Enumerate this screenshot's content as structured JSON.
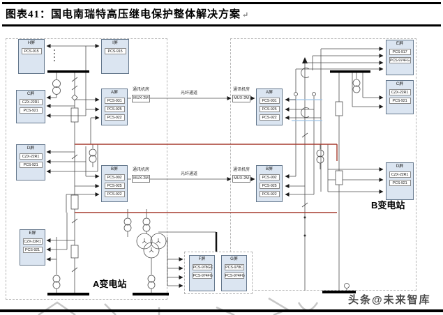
{
  "figure": {
    "title": "图表41：国电南瑞特高压继电保护整体解决方案",
    "title_mark": "↵"
  },
  "stations": {
    "a": {
      "label": "A变电站",
      "panels": [
        {
          "header": "H屏",
          "devices": [
            "PCS-915"
          ]
        },
        {
          "header": "I屏",
          "devices": [
            "PCS-915"
          ]
        },
        {
          "header": "C屏",
          "devices": [
            "CZX-22R1",
            "PCS-921"
          ]
        },
        {
          "header": "A屏",
          "devices": [
            "PCS-931",
            "PCS-925",
            "PCS-922"
          ]
        },
        {
          "header": "D屏",
          "devices": [
            "CZX-22R1",
            "PCS-921"
          ]
        },
        {
          "header": "B屏",
          "devices": [
            "PCS-902",
            "PCS-925",
            "PCS-922"
          ]
        },
        {
          "header": "E屏",
          "devices": [
            "CZX-22R1",
            "PCS-921"
          ]
        },
        {
          "header": "F屏",
          "devices": [
            "PCS-978GC",
            "PCS-974FG"
          ]
        },
        {
          "header": "G屏",
          "devices": [
            "PCS-978C",
            "PCS-974FG"
          ]
        }
      ]
    },
    "b": {
      "label": "B变电站",
      "panels": [
        {
          "header": "A屏",
          "devices": [
            "PCS-931",
            "PCS-925",
            "PCS-922"
          ]
        },
        {
          "header": "B屏",
          "devices": [
            "PCS-902",
            "PCS-925",
            "PCS-922"
          ]
        },
        {
          "header": "E屏",
          "devices": [
            "PCS-917",
            "PCS-974FG"
          ]
        },
        {
          "header": "C屏",
          "devices": [
            "CZX-22R1",
            "PCS-921"
          ]
        },
        {
          "header": "D屏",
          "devices": [
            "CZX-22R1",
            "PCS-921"
          ]
        }
      ]
    }
  },
  "comm": {
    "room_label": "通讯机房",
    "mux_label": "MUX-2M",
    "fiber_label": "光纤通道"
  },
  "watermark": {
    "text": "头条@未来智库"
  },
  "colors": {
    "panel_fill": "#dbe5f1",
    "panel_border": "#64778c",
    "wire": "#4d4d4d",
    "red_link": "#a63a2e",
    "blue_link": "#9dc3e6",
    "busbar": "#000000"
  }
}
